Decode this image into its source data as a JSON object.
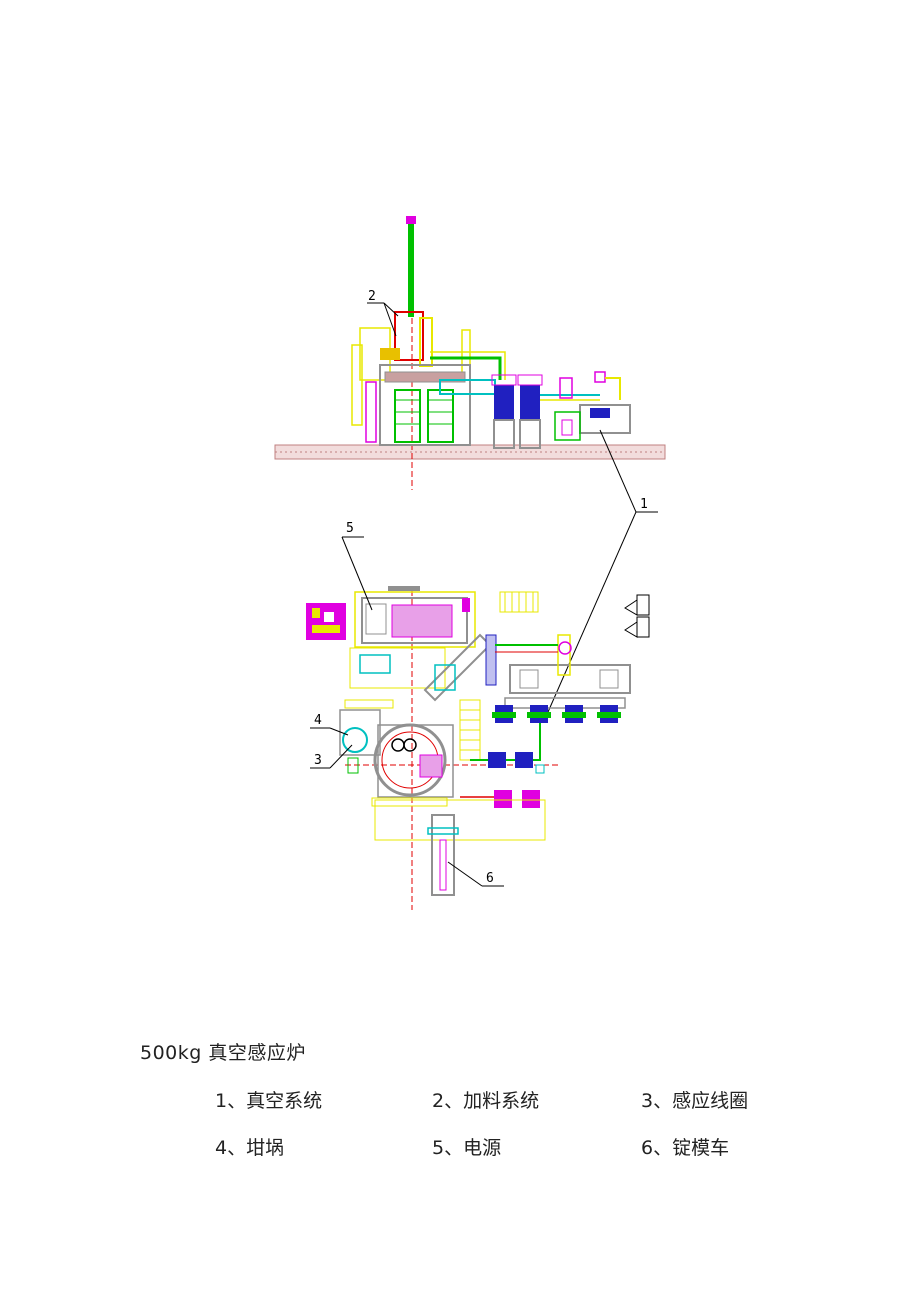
{
  "diagram": {
    "callouts": [
      "1",
      "2",
      "3",
      "4",
      "5",
      "6"
    ],
    "colors": {
      "yellow": "#e8e800",
      "green": "#00c000",
      "red": "#e00000",
      "magenta": "#e000e0",
      "blue": "#2020c0",
      "cyan": "#00c0c0",
      "gray": "#909090",
      "ground": "#c08080"
    }
  },
  "caption": {
    "title": "500kg 真空感应炉",
    "items": [
      {
        "label": "1、真空系统"
      },
      {
        "label": "2、加料系统"
      },
      {
        "label": "3、感应线圈"
      },
      {
        "label": "4、坩埚"
      },
      {
        "label": "5、电源"
      },
      {
        "label": "6、锭模车"
      }
    ]
  }
}
